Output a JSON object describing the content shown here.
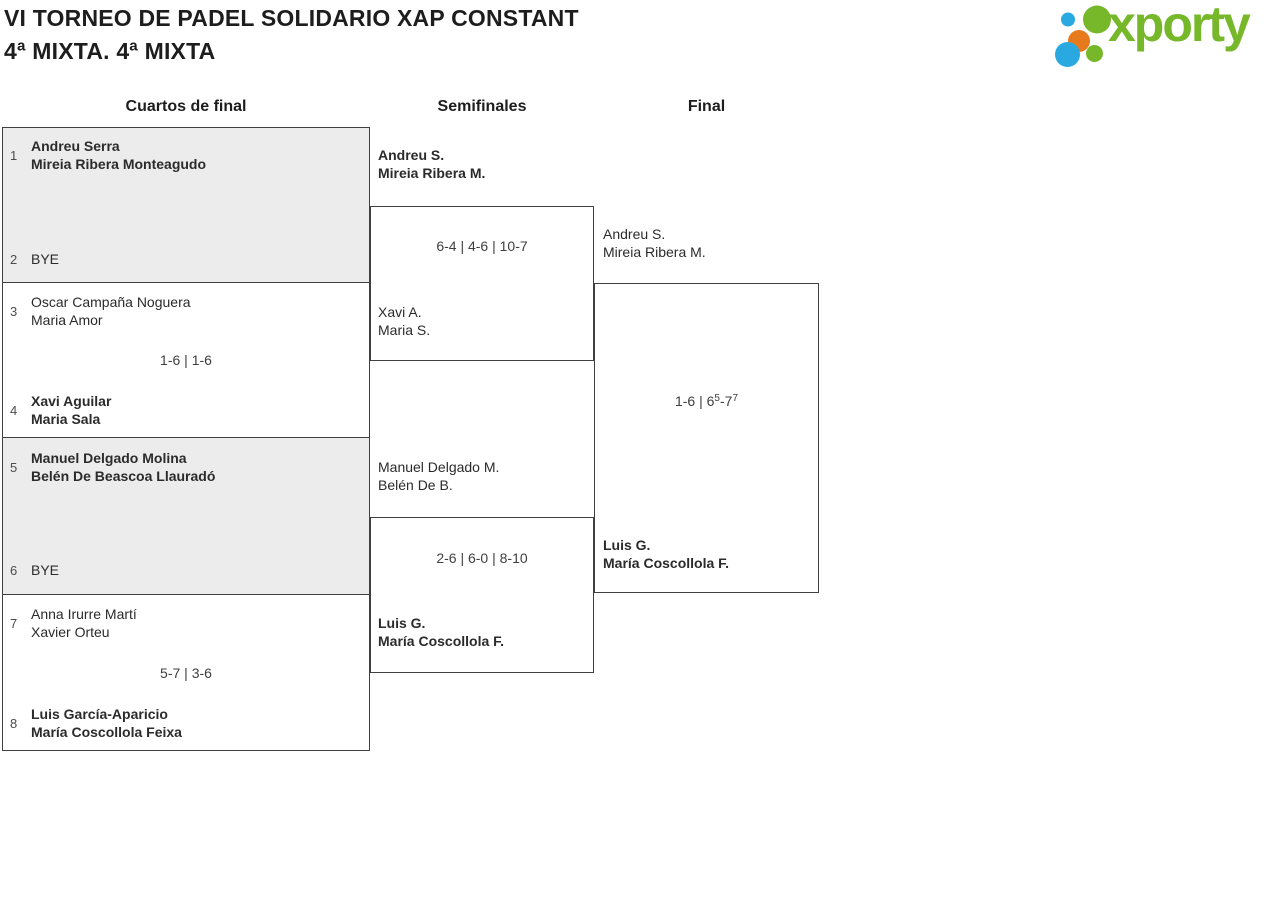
{
  "header": {
    "title_line1": "VI TORNEO DE PADEL SOLIDARIO XAP CONSTANT",
    "title_line2": "4ª MIXTA. 4ª MIXTA"
  },
  "logo": {
    "text": "xporty"
  },
  "colors": {
    "logo_green": "#76b82a",
    "logo_blue": "#29a9e0",
    "logo_orange": "#e87a1e",
    "box_gray": "#ececec",
    "border": "#404040"
  },
  "rounds": {
    "quarterfinals": "Cuartos de final",
    "semifinals": "Semifinales",
    "final": "Final"
  },
  "qf": [
    {
      "seed_a": "1",
      "a1": "Andreu Serra",
      "a2": "Mireia Ribera Monteagudo",
      "seed_b": "2",
      "b1": "BYE",
      "score": ""
    },
    {
      "seed_a": "3",
      "a1": "Oscar Campaña Noguera",
      "a2": "Maria Amor",
      "seed_b": "4",
      "b1": "Xavi Aguilar",
      "b2": "Maria Sala",
      "score": "1-6 | 1-6"
    },
    {
      "seed_a": "5",
      "a1": "Manuel Delgado Molina",
      "a2": "Belén De Beascoa Llauradó",
      "seed_b": "6",
      "b1": "BYE",
      "score": ""
    },
    {
      "seed_a": "7",
      "a1": "Anna Irurre Martí",
      "a2": "Xavier Orteu",
      "seed_b": "8",
      "b1": "Luis García-Aparicio",
      "b2": "María Coscollola Feixa",
      "score": "5-7 | 3-6"
    }
  ],
  "sf": [
    {
      "a1": "Andreu S.",
      "a2": "Mireia Ribera M.",
      "score": "6-4 | 4-6 | 10-7",
      "b1": "Xavi A.",
      "b2": "Maria S."
    },
    {
      "a1": "Manuel Delgado M.",
      "a2": "Belén De B.",
      "score": "2-6 | 6-0 | 8-10",
      "b1": "Luis G.",
      "b2": "María Coscollola F."
    }
  ],
  "final": {
    "a1": "Andreu S.",
    "a2": "Mireia Ribera M.",
    "score_p1": "1-6 | 6",
    "score_sup1": "5",
    "score_p2": "-7",
    "score_sup2": "7",
    "b1": "Luis G.",
    "b2": "María Coscollola F."
  }
}
